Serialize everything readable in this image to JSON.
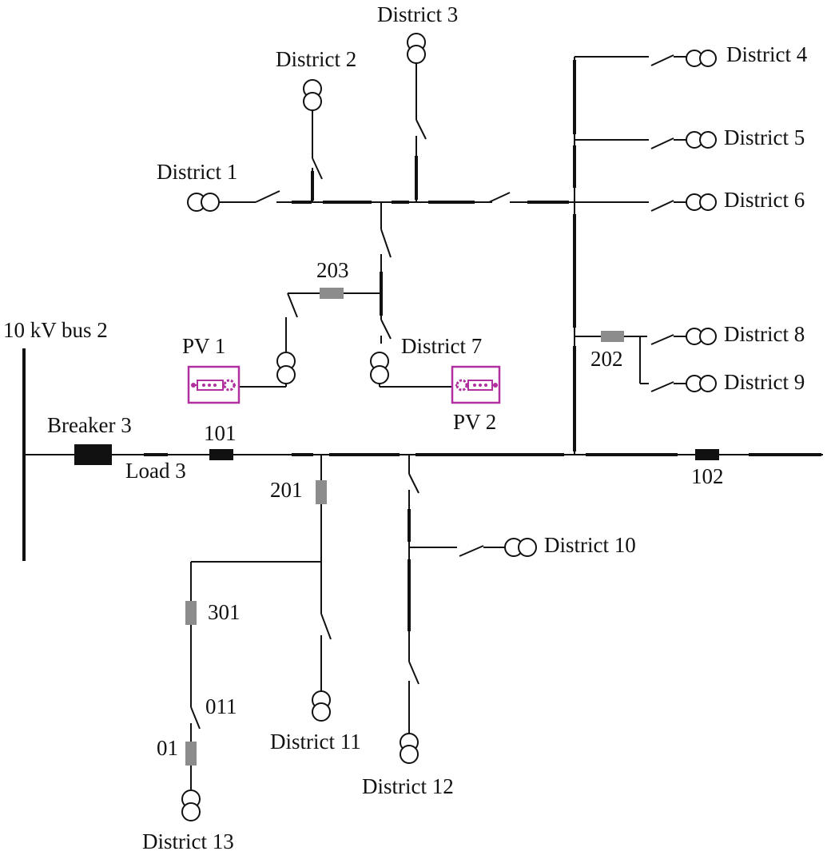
{
  "diagram": {
    "bus_label": "10 kV bus 2",
    "districts": {
      "d1": "District 1",
      "d2": "District 2",
      "d3": "District 3",
      "d4": "District 4",
      "d5": "District 5",
      "d6": "District 6",
      "d7": "District 7",
      "d8": "District 8",
      "d9": "District 9",
      "d10": "District 10",
      "d11": "District 11",
      "d12": "District 12",
      "d13": "District 13"
    },
    "pv": {
      "pv1": "PV 1",
      "pv2": "PV 2"
    },
    "switches": {
      "breaker3": "Breaker 3",
      "load3": "Load 3",
      "s101": "101",
      "s102": "102",
      "s201": "201",
      "s202": "202",
      "s203": "203",
      "s301": "301",
      "s01": "01",
      "s011": "011"
    },
    "colors": {
      "line": "#111111",
      "closed_breaker": "#111111",
      "sectionalizer": "#8c8c8c",
      "pv": "#b0309f"
    }
  }
}
